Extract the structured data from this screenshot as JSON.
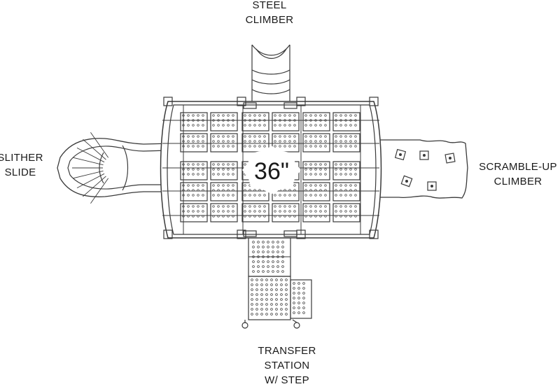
{
  "diagram": {
    "height_label": "36\"",
    "labels": {
      "steel_climber": [
        "STEEL",
        "CLIMBER"
      ],
      "slither_slide": [
        "SLITHER",
        "SLIDE"
      ],
      "scramble_up": [
        "SCRAMBLE-UP",
        "CLIMBER"
      ],
      "transfer_station": [
        "TRANSFER",
        "STATION",
        "W/ STEP"
      ]
    },
    "colors": {
      "line": "#3a3a3a",
      "background": "#ffffff"
    }
  }
}
